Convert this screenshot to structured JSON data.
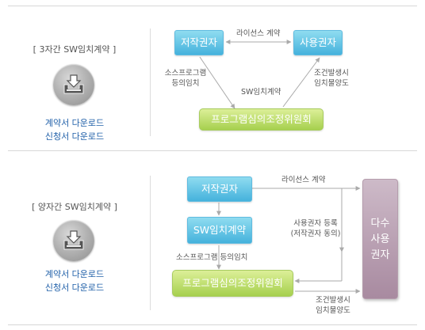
{
  "sections": [
    {
      "title": "[ 3자간 SW임치계약 ]",
      "links": [
        "계약서 다운로드",
        "신청서 다운로드"
      ],
      "nodes": {
        "copyright": "저작권자",
        "user": "사용권자",
        "program": "프로그램심의조정위원회"
      },
      "labels": {
        "license": "라이선스 계약",
        "source_consent": [
          "소스프로그램",
          "등의임치"
        ],
        "sw_contract": "SW임치계약",
        "condition": [
          "조건발생시",
          "임치물양도"
        ]
      }
    },
    {
      "title": "[ 양자간 SW임치계약 ]",
      "links": [
        "계약서 다운로드",
        "신청서 다운로드"
      ],
      "nodes": {
        "copyright": "저작권자",
        "sw_contract": "SW임치계약",
        "program": "프로그램심의조정위원회",
        "many_users": [
          "다수",
          "사용",
          "권자"
        ]
      },
      "labels": {
        "license": "라이선스 계약",
        "source": "소스프로그램 등의임치",
        "user_register": [
          "사용권자 등록",
          "(저작권자 동의)"
        ],
        "condition": [
          "조건발생시",
          "임치물양도"
        ]
      }
    }
  ],
  "colors": {
    "node_blue": "#45b2dc",
    "node_green": "#a6d04e",
    "node_purple": "#a88aa0",
    "link": "#1f5fa8"
  }
}
